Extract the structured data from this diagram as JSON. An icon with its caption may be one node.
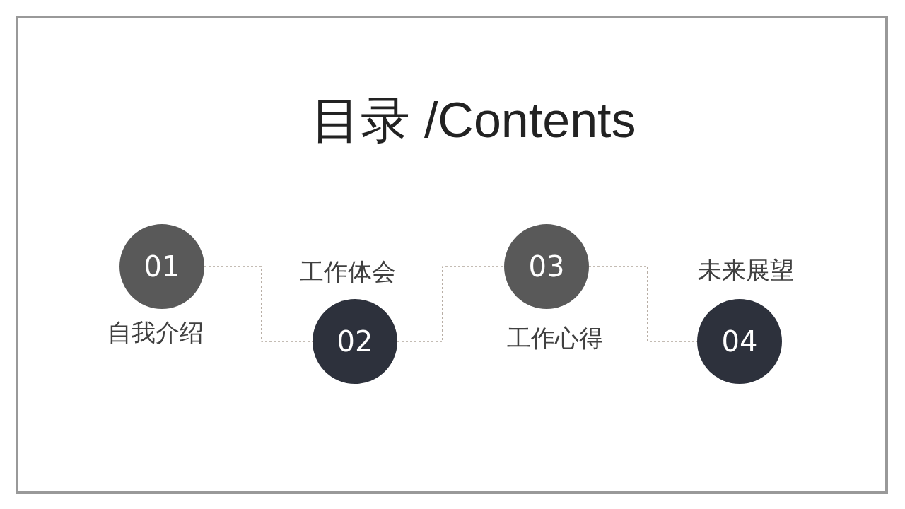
{
  "diagram": {
    "title": "目录 /Contents",
    "nodes": [
      {
        "text": [
          "01"
        ],
        "beside": [
          "自我介绍"
        ]
      },
      {
        "text": [
          "02"
        ],
        "beside": [
          "工作体会"
        ]
      },
      {
        "text": [
          "03"
        ],
        "beside": [
          "工作心得"
        ]
      },
      {
        "text": [
          "04"
        ],
        "beside": [
          "未来展望"
        ]
      }
    ],
    "edges": [
      {
        "from": 0,
        "to": 1,
        "arrow": "none",
        "style": "dashed"
      },
      {
        "from": 1,
        "to": 2,
        "arrow": "none",
        "style": "dashed"
      },
      {
        "from": 2,
        "to": 3,
        "arrow": "none",
        "style": "dashed"
      }
    ]
  }
}
